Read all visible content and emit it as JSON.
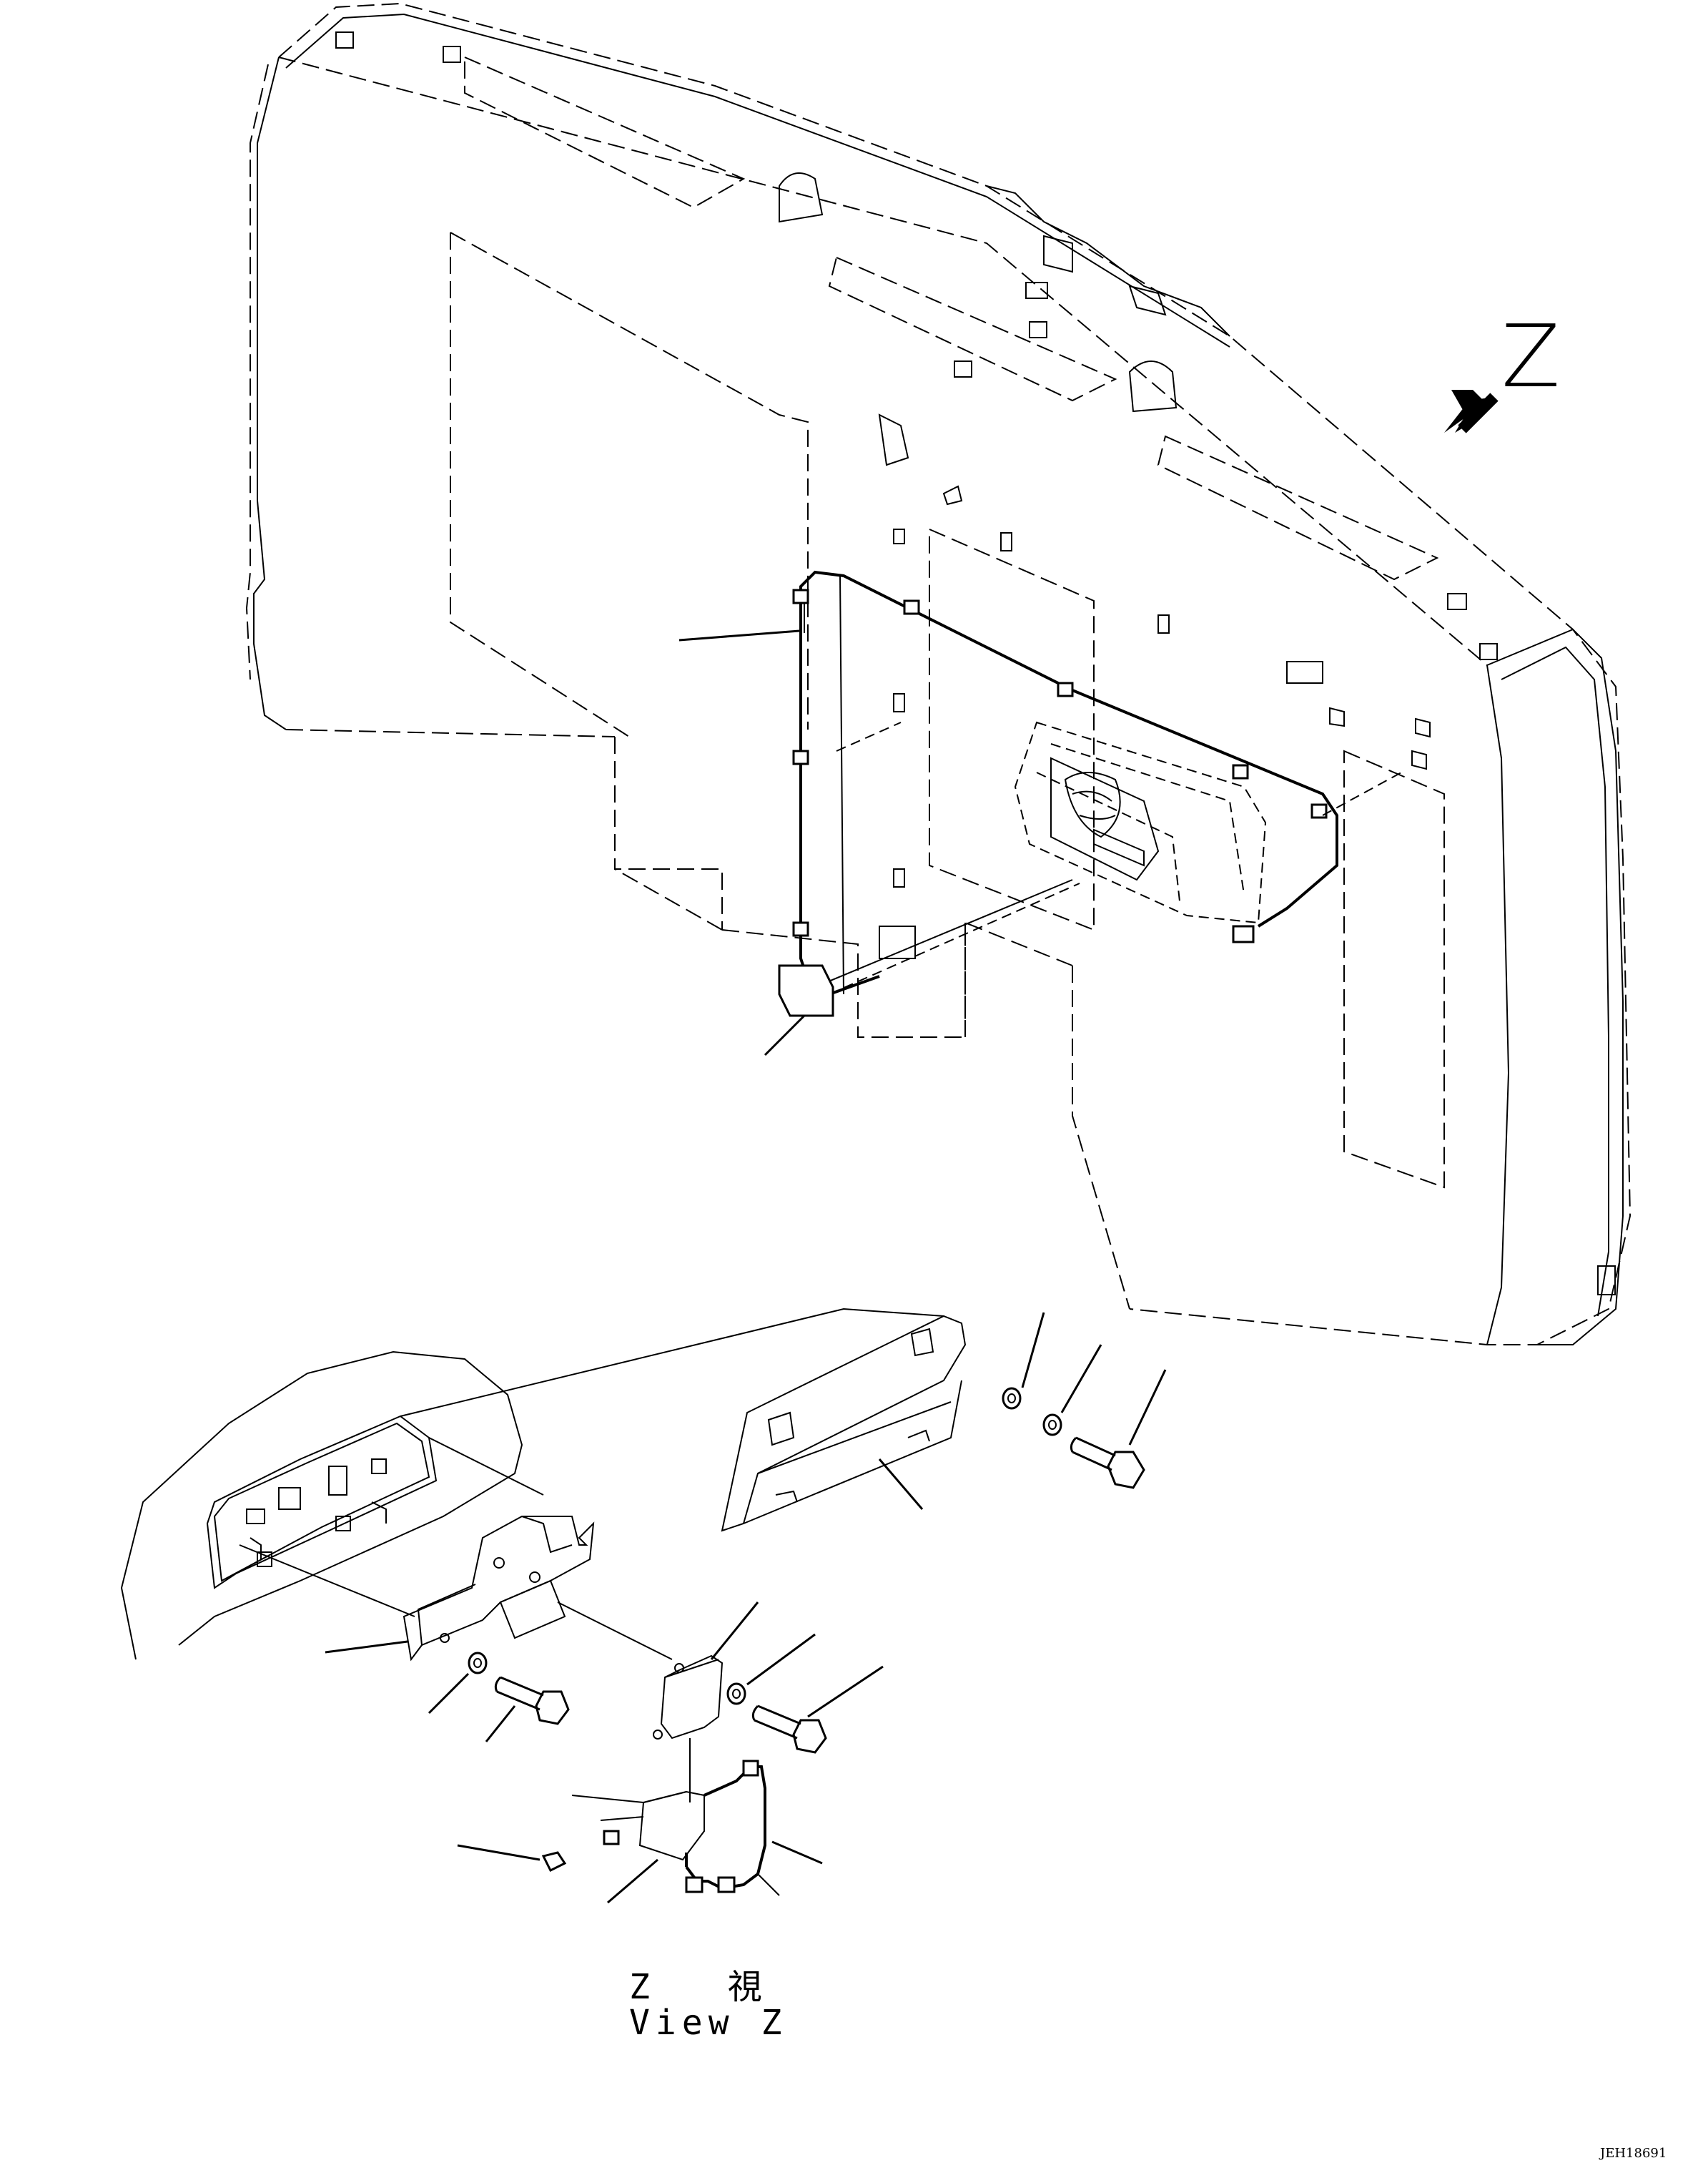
{
  "view_letter": "Z",
  "caption": {
    "jp": "Z 視",
    "en": "View Z"
  },
  "drawing_id": "JEH18691",
  "icons": {
    "view_arrow": "arrow-icon"
  }
}
